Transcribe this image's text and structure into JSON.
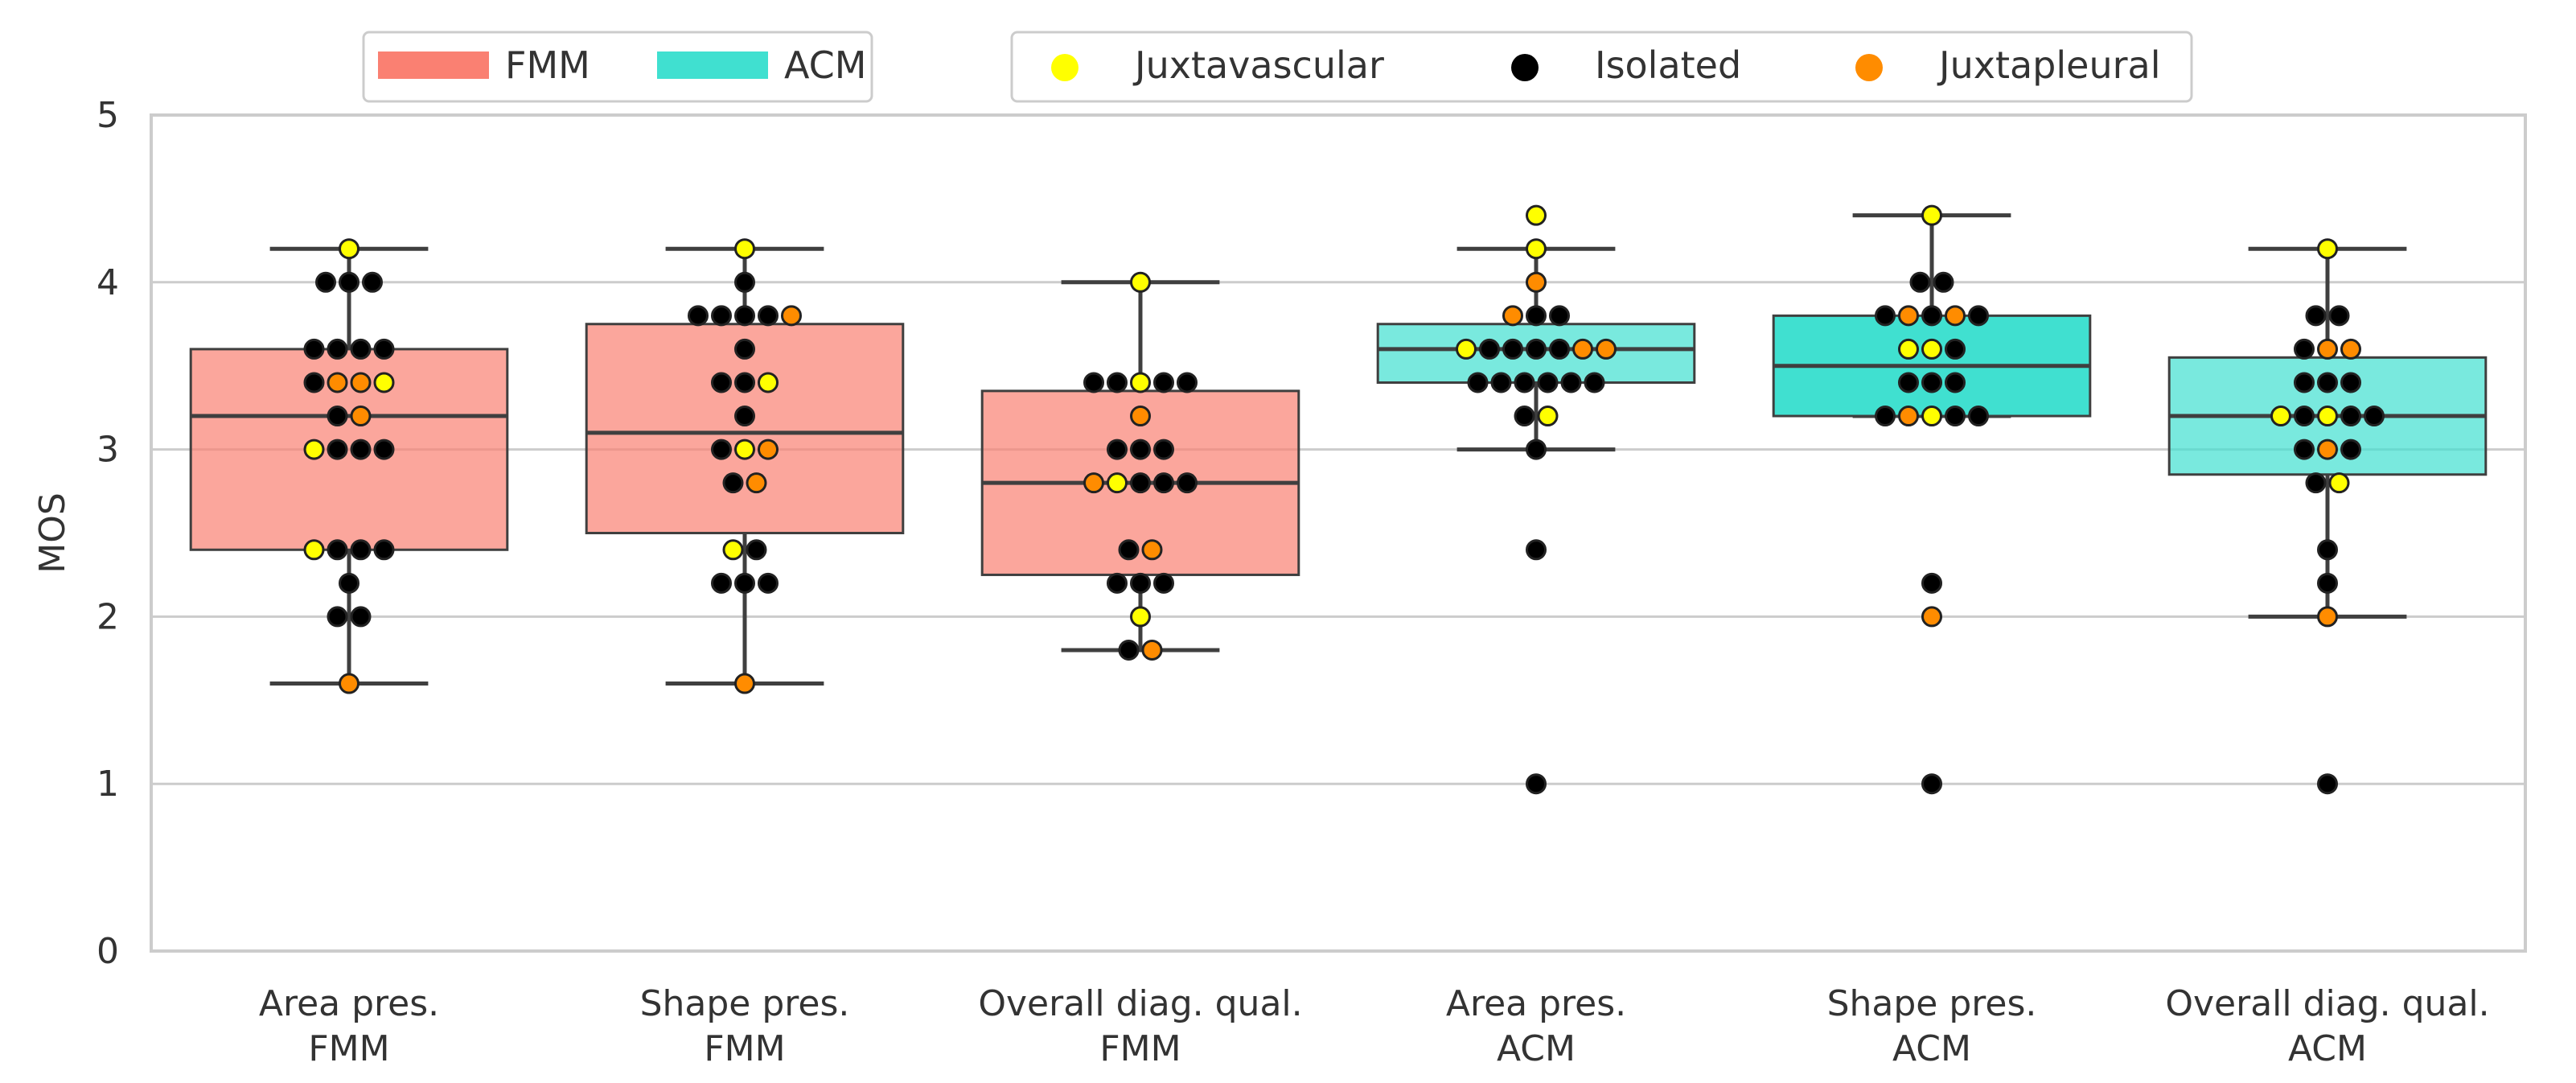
{
  "chart_data": {
    "type": "box",
    "ylabel": "MOS",
    "xlabel": "",
    "ylim": [
      0,
      5
    ],
    "yticks": [
      "0",
      "1",
      "2",
      "3",
      "4",
      "5"
    ],
    "grid": "horizontal",
    "colors": {
      "FMM": "#fa8072",
      "ACM": "#40e0d0",
      "Juxtavascular": "#ffff00",
      "Isolated": "#000000",
      "Juxtapleural": "#ff8c00"
    },
    "legends": [
      {
        "placement": "top-left",
        "entries": [
          {
            "label": "FMM",
            "kind": "patch",
            "color": "#fa8072"
          },
          {
            "label": "ACM",
            "kind": "patch",
            "color": "#40e0d0"
          }
        ]
      },
      {
        "placement": "top-center",
        "entries": [
          {
            "label": "Juxtavascular",
            "kind": "dot",
            "color": "#ffff00"
          },
          {
            "label": "Isolated",
            "kind": "dot",
            "color": "#000000"
          },
          {
            "label": "Juxtapleural",
            "kind": "dot",
            "color": "#ff8c00"
          }
        ]
      }
    ],
    "categories": [
      {
        "line1": "Area pres.",
        "line2": "FMM",
        "group": "FMM",
        "box": {
          "whisker_low": 1.6,
          "q1": 2.4,
          "median": 3.2,
          "q3": 3.6,
          "whisker_high": 4.2
        },
        "alpha": 0.7,
        "points": [
          {
            "y": 4.2,
            "c": "J"
          },
          {
            "y": 4.0,
            "c": "I"
          },
          {
            "y": 4.0,
            "c": "I"
          },
          {
            "y": 4.0,
            "c": "I"
          },
          {
            "y": 3.6,
            "c": "I"
          },
          {
            "y": 3.6,
            "c": "I"
          },
          {
            "y": 3.6,
            "c": "I"
          },
          {
            "y": 3.6,
            "c": "I"
          },
          {
            "y": 3.4,
            "c": "I"
          },
          {
            "y": 3.4,
            "c": "P"
          },
          {
            "y": 3.4,
            "c": "P"
          },
          {
            "y": 3.4,
            "c": "J"
          },
          {
            "y": 3.2,
            "c": "I"
          },
          {
            "y": 3.2,
            "c": "P"
          },
          {
            "y": 3.0,
            "c": "J"
          },
          {
            "y": 3.0,
            "c": "I"
          },
          {
            "y": 3.0,
            "c": "I"
          },
          {
            "y": 3.0,
            "c": "I"
          },
          {
            "y": 2.4,
            "c": "J"
          },
          {
            "y": 2.4,
            "c": "I"
          },
          {
            "y": 2.4,
            "c": "I"
          },
          {
            "y": 2.4,
            "c": "I"
          },
          {
            "y": 2.2,
            "c": "I"
          },
          {
            "y": 2.0,
            "c": "I"
          },
          {
            "y": 2.0,
            "c": "I"
          },
          {
            "y": 1.6,
            "c": "P"
          }
        ]
      },
      {
        "line1": "Shape pres.",
        "line2": "FMM",
        "group": "FMM",
        "box": {
          "whisker_low": 1.6,
          "q1": 2.5,
          "median": 3.1,
          "q3": 3.75,
          "whisker_high": 4.2
        },
        "alpha": 0.7,
        "points": [
          {
            "y": 4.2,
            "c": "J"
          },
          {
            "y": 4.0,
            "c": "I"
          },
          {
            "y": 3.8,
            "c": "I"
          },
          {
            "y": 3.8,
            "c": "I"
          },
          {
            "y": 3.8,
            "c": "I"
          },
          {
            "y": 3.8,
            "c": "I"
          },
          {
            "y": 3.8,
            "c": "P"
          },
          {
            "y": 3.6,
            "c": "I"
          },
          {
            "y": 3.4,
            "c": "I"
          },
          {
            "y": 3.4,
            "c": "I"
          },
          {
            "y": 3.4,
            "c": "J"
          },
          {
            "y": 3.2,
            "c": "I"
          },
          {
            "y": 3.0,
            "c": "I"
          },
          {
            "y": 3.0,
            "c": "J"
          },
          {
            "y": 3.0,
            "c": "P"
          },
          {
            "y": 2.8,
            "c": "I"
          },
          {
            "y": 2.8,
            "c": "P"
          },
          {
            "y": 2.4,
            "c": "J"
          },
          {
            "y": 2.4,
            "c": "I"
          },
          {
            "y": 2.2,
            "c": "I"
          },
          {
            "y": 2.2,
            "c": "I"
          },
          {
            "y": 2.2,
            "c": "I"
          },
          {
            "y": 1.6,
            "c": "P"
          }
        ]
      },
      {
        "line1": "Overall diag. qual.",
        "line2": "FMM",
        "group": "FMM",
        "box": {
          "whisker_low": 1.8,
          "q1": 2.25,
          "median": 2.8,
          "q3": 3.35,
          "whisker_high": 4.0
        },
        "alpha": 0.7,
        "points": [
          {
            "y": 4.0,
            "c": "J"
          },
          {
            "y": 3.4,
            "c": "I"
          },
          {
            "y": 3.4,
            "c": "I"
          },
          {
            "y": 3.4,
            "c": "J"
          },
          {
            "y": 3.4,
            "c": "I"
          },
          {
            "y": 3.4,
            "c": "I"
          },
          {
            "y": 3.2,
            "c": "P"
          },
          {
            "y": 3.0,
            "c": "I"
          },
          {
            "y": 3.0,
            "c": "I"
          },
          {
            "y": 3.0,
            "c": "I"
          },
          {
            "y": 2.8,
            "c": "P"
          },
          {
            "y": 2.8,
            "c": "J"
          },
          {
            "y": 2.8,
            "c": "I"
          },
          {
            "y": 2.8,
            "c": "I"
          },
          {
            "y": 2.8,
            "c": "I"
          },
          {
            "y": 2.4,
            "c": "I"
          },
          {
            "y": 2.4,
            "c": "P"
          },
          {
            "y": 2.2,
            "c": "I"
          },
          {
            "y": 2.2,
            "c": "I"
          },
          {
            "y": 2.2,
            "c": "I"
          },
          {
            "y": 2.0,
            "c": "J"
          },
          {
            "y": 1.8,
            "c": "I"
          },
          {
            "y": 1.8,
            "c": "P"
          }
        ]
      },
      {
        "line1": "Area pres.",
        "line2": "ACM",
        "group": "ACM",
        "box": {
          "whisker_low": 3.0,
          "q1": 3.4,
          "median": 3.6,
          "q3": 3.75,
          "whisker_high": 4.2
        },
        "alpha": 0.7,
        "outliers": [
          2.4,
          1.0
        ],
        "points": [
          {
            "y": 4.4,
            "c": "J"
          },
          {
            "y": 4.2,
            "c": "J"
          },
          {
            "y": 4.0,
            "c": "P"
          },
          {
            "y": 3.8,
            "c": "P"
          },
          {
            "y": 3.8,
            "c": "I"
          },
          {
            "y": 3.8,
            "c": "I"
          },
          {
            "y": 3.6,
            "c": "J"
          },
          {
            "y": 3.6,
            "c": "I"
          },
          {
            "y": 3.6,
            "c": "I"
          },
          {
            "y": 3.6,
            "c": "I"
          },
          {
            "y": 3.6,
            "c": "I"
          },
          {
            "y": 3.6,
            "c": "P"
          },
          {
            "y": 3.6,
            "c": "P"
          },
          {
            "y": 3.4,
            "c": "I"
          },
          {
            "y": 3.4,
            "c": "I"
          },
          {
            "y": 3.4,
            "c": "I"
          },
          {
            "y": 3.4,
            "c": "I"
          },
          {
            "y": 3.4,
            "c": "I"
          },
          {
            "y": 3.4,
            "c": "I"
          },
          {
            "y": 3.2,
            "c": "I"
          },
          {
            "y": 3.2,
            "c": "J"
          },
          {
            "y": 3.0,
            "c": "I"
          },
          {
            "y": 2.4,
            "c": "I"
          },
          {
            "y": 1.0,
            "c": "I"
          }
        ]
      },
      {
        "line1": "Shape pres.",
        "line2": "ACM",
        "group": "ACM",
        "box": {
          "whisker_low": 3.2,
          "q1": 3.2,
          "median": 3.5,
          "q3": 3.8,
          "whisker_high": 4.4
        },
        "alpha": 1.0,
        "outliers": [
          2.2,
          2.0,
          1.0
        ],
        "points": [
          {
            "y": 4.4,
            "c": "J"
          },
          {
            "y": 4.0,
            "c": "I"
          },
          {
            "y": 4.0,
            "c": "I"
          },
          {
            "y": 3.8,
            "c": "I"
          },
          {
            "y": 3.8,
            "c": "P"
          },
          {
            "y": 3.8,
            "c": "I"
          },
          {
            "y": 3.8,
            "c": "P"
          },
          {
            "y": 3.8,
            "c": "I"
          },
          {
            "y": 3.6,
            "c": "J"
          },
          {
            "y": 3.6,
            "c": "J"
          },
          {
            "y": 3.6,
            "c": "I"
          },
          {
            "y": 3.4,
            "c": "I"
          },
          {
            "y": 3.4,
            "c": "I"
          },
          {
            "y": 3.4,
            "c": "I"
          },
          {
            "y": 3.2,
            "c": "I"
          },
          {
            "y": 3.2,
            "c": "P"
          },
          {
            "y": 3.2,
            "c": "J"
          },
          {
            "y": 3.2,
            "c": "I"
          },
          {
            "y": 3.2,
            "c": "I"
          },
          {
            "y": 2.2,
            "c": "I"
          },
          {
            "y": 2.0,
            "c": "P"
          },
          {
            "y": 1.0,
            "c": "I"
          }
        ]
      },
      {
        "line1": "Overall diag. qual.",
        "line2": "ACM",
        "group": "ACM",
        "box": {
          "whisker_low": 2.0,
          "q1": 2.85,
          "median": 3.2,
          "q3": 3.55,
          "whisker_high": 4.2
        },
        "alpha": 0.7,
        "outliers": [
          1.0
        ],
        "points": [
          {
            "y": 4.2,
            "c": "J"
          },
          {
            "y": 3.8,
            "c": "I"
          },
          {
            "y": 3.8,
            "c": "I"
          },
          {
            "y": 3.6,
            "c": "I"
          },
          {
            "y": 3.6,
            "c": "P"
          },
          {
            "y": 3.6,
            "c": "P"
          },
          {
            "y": 3.4,
            "c": "I"
          },
          {
            "y": 3.4,
            "c": "I"
          },
          {
            "y": 3.4,
            "c": "I"
          },
          {
            "y": 3.2,
            "c": "J"
          },
          {
            "y": 3.2,
            "c": "I"
          },
          {
            "y": 3.2,
            "c": "J"
          },
          {
            "y": 3.2,
            "c": "I"
          },
          {
            "y": 3.2,
            "c": "I"
          },
          {
            "y": 3.0,
            "c": "I"
          },
          {
            "y": 3.0,
            "c": "P"
          },
          {
            "y": 3.0,
            "c": "I"
          },
          {
            "y": 2.8,
            "c": "I"
          },
          {
            "y": 2.8,
            "c": "J"
          },
          {
            "y": 2.4,
            "c": "I"
          },
          {
            "y": 2.2,
            "c": "I"
          },
          {
            "y": 2.0,
            "c": "P"
          },
          {
            "y": 1.0,
            "c": "I"
          }
        ]
      }
    ]
  }
}
